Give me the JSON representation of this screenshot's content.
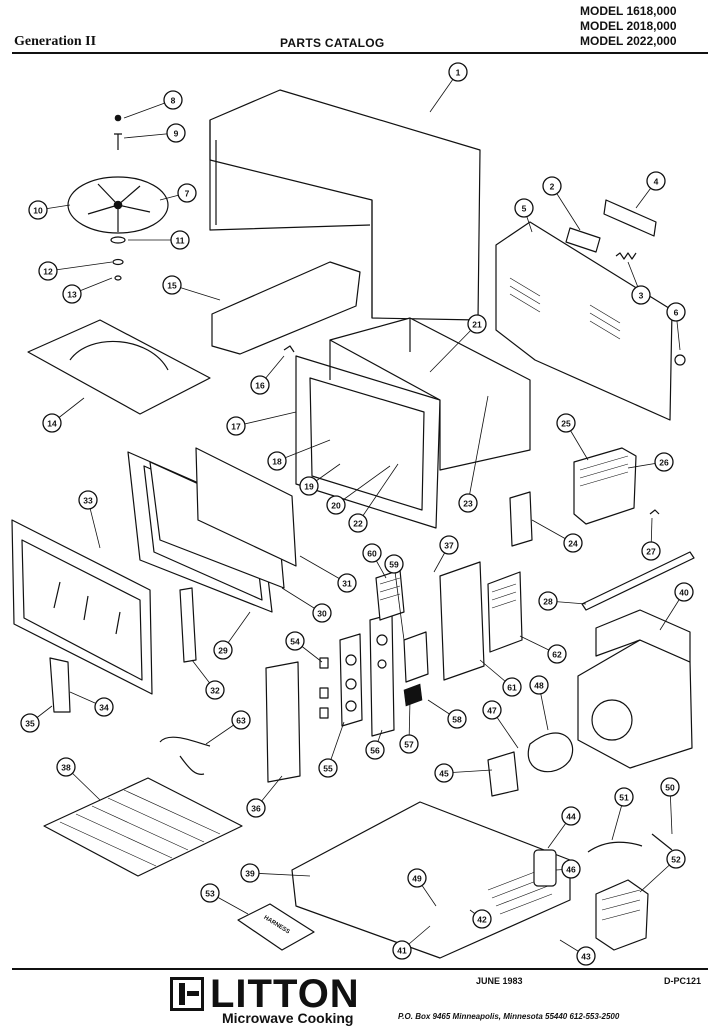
{
  "header": {
    "generation": "Generation II",
    "title": "PARTS CATALOG",
    "models": [
      "MODEL 1618,000",
      "MODEL 2018,000",
      "MODEL 2022,000"
    ]
  },
  "footer": {
    "brand": "LITTON",
    "subtitle": "Microwave Cooking",
    "date": "JUNE 1983",
    "code": "D-PC121",
    "address": "P.O. Box 9465 Minneapolis, Minnesota 55440   612-553-2500"
  },
  "diagram": {
    "harness_label": "HARNESS",
    "callouts": [
      "1",
      "2",
      "3",
      "4",
      "5",
      "6",
      "7",
      "8",
      "9",
      "10",
      "11",
      "12",
      "13",
      "14",
      "15",
      "16",
      "17",
      "18",
      "19",
      "20",
      "21",
      "22",
      "23",
      "24",
      "25",
      "26",
      "27",
      "28",
      "29",
      "30",
      "31",
      "32",
      "33",
      "34",
      "35",
      "36",
      "37",
      "38",
      "39",
      "40",
      "41",
      "42",
      "43",
      "44",
      "45",
      "46",
      "47",
      "48",
      "49",
      "50",
      "51",
      "52",
      "53",
      "54",
      "55",
      "56",
      "57",
      "58",
      "59",
      "60",
      "61",
      "62",
      "63"
    ]
  },
  "colors": {
    "ink": "#111111",
    "paper": "#ffffff"
  }
}
